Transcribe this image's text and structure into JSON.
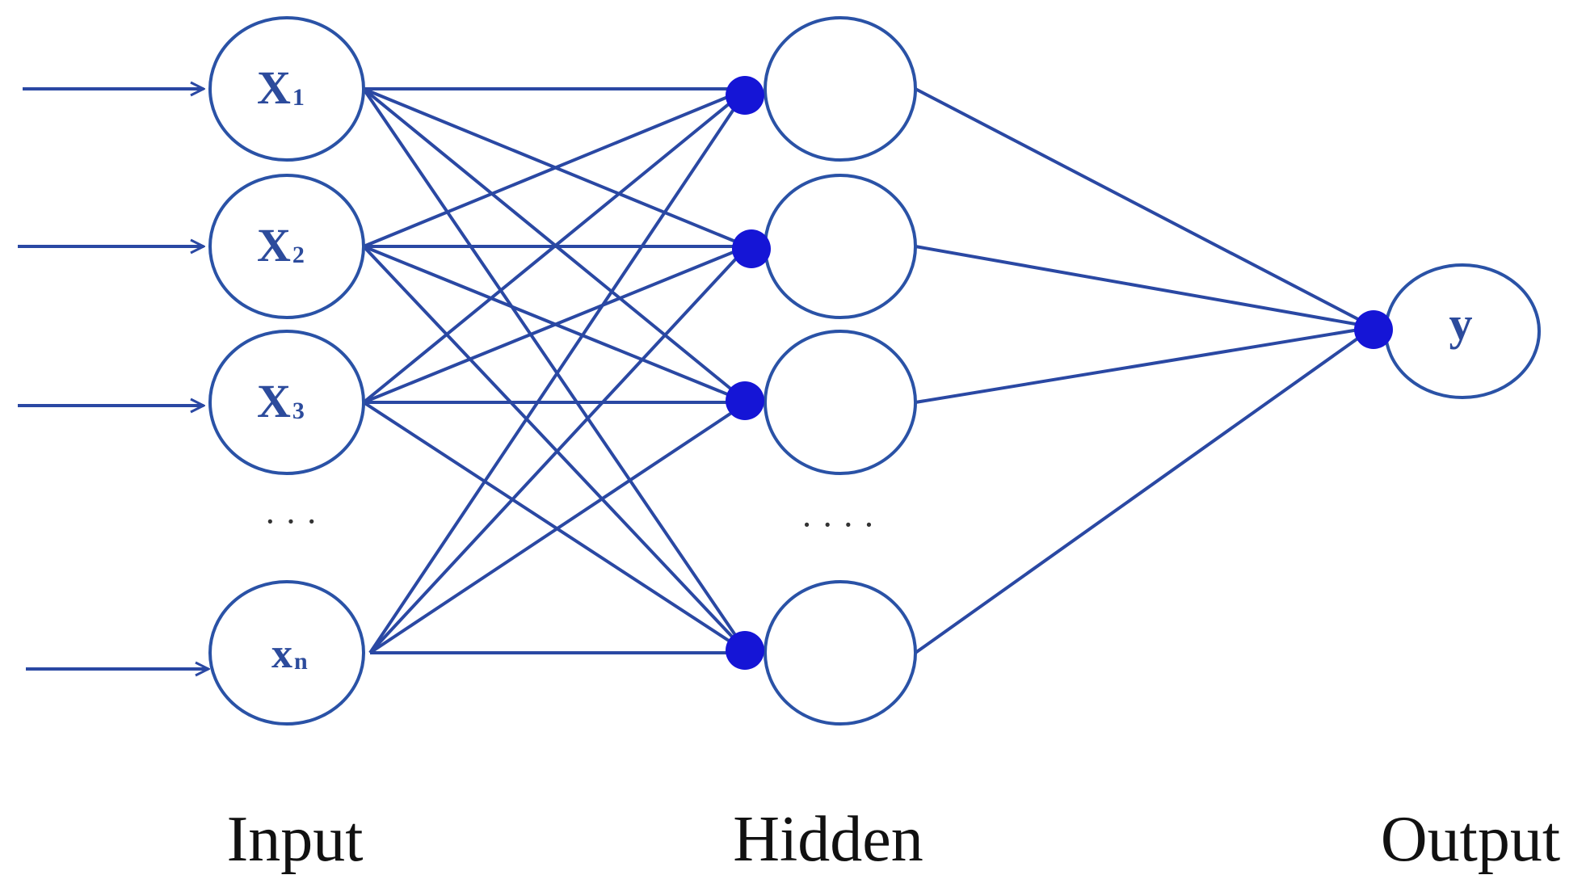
{
  "colors": {
    "line": "#2a48a3",
    "node_stroke": "#2a52a6",
    "dot": "#1515d6",
    "label": "#2c4b9c",
    "background": "#ffffff"
  },
  "input_nodes": [
    {
      "base": "X",
      "sub": "1"
    },
    {
      "base": "X",
      "sub": "2"
    },
    {
      "base": "X",
      "sub": "3"
    },
    {
      "base": "x",
      "sub": "n"
    }
  ],
  "output_node": {
    "label": "y"
  },
  "ellipses": {
    "input": "· · ·",
    "hidden": "· · · ·"
  },
  "layer_labels": {
    "input": "Input",
    "hidden": "Hidden",
    "output": "Output"
  }
}
